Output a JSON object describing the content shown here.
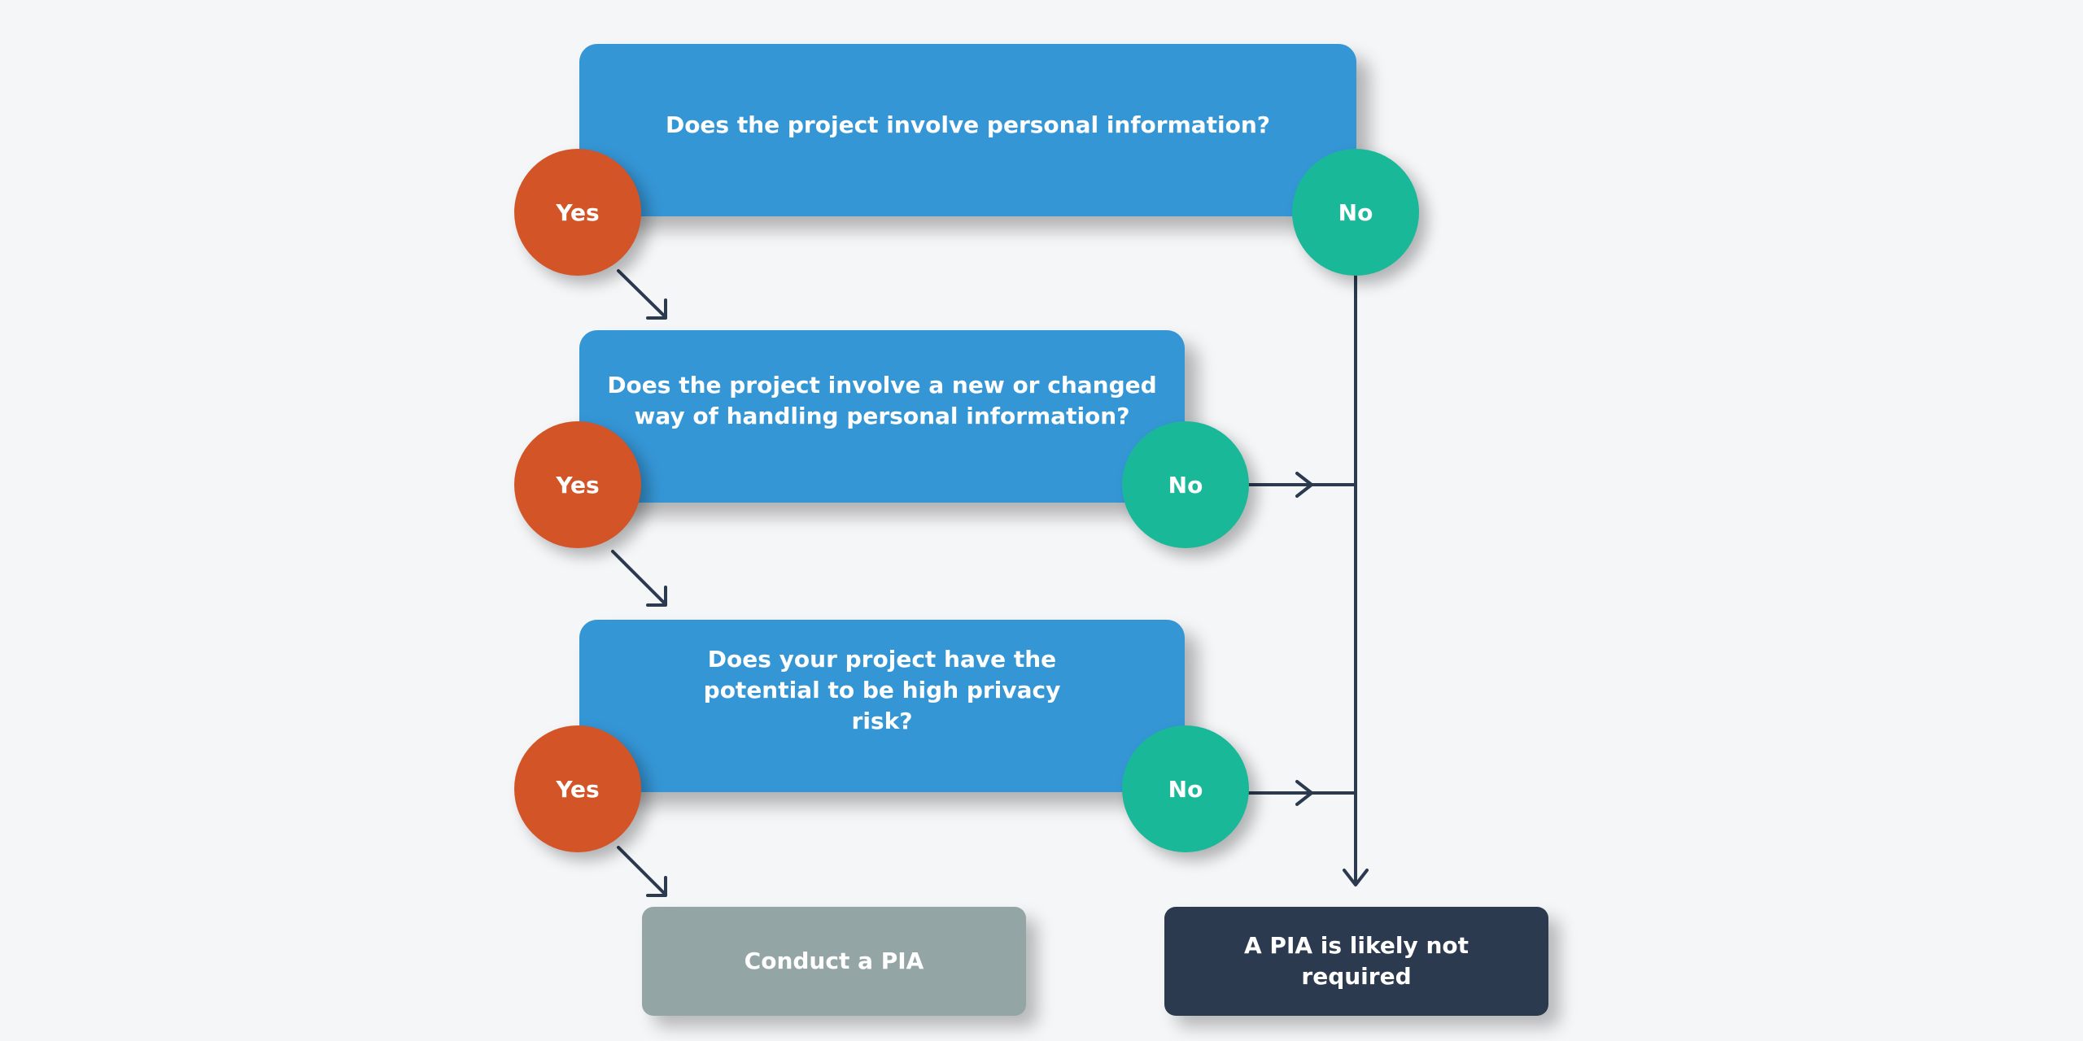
{
  "questions": [
    {
      "text": "Does the project involve personal information?"
    },
    {
      "text": "Does the project involve a new or changed way of handling personal information?",
      "line1": "Does the project involve a new or changed",
      "line2": "way of handling personal information?"
    },
    {
      "text": "Does your project have the potential to be high privacy risk?",
      "line1": "Does your project have the",
      "line2": "potential to be high privacy",
      "line3": "risk?"
    }
  ],
  "answers": {
    "yes": "Yes",
    "no": "No"
  },
  "outcomes": {
    "conduct": "Conduct a PIA",
    "not_required_line1": "A PIA is likely not",
    "not_required_line2": "required"
  },
  "colors": {
    "question": "#3596d6",
    "yes": "#d25427",
    "no": "#19b899",
    "conduct": "#93a6a5",
    "not_required": "#2b3a4f",
    "connector": "#2b3a4f",
    "background": "#f5f6f8"
  }
}
